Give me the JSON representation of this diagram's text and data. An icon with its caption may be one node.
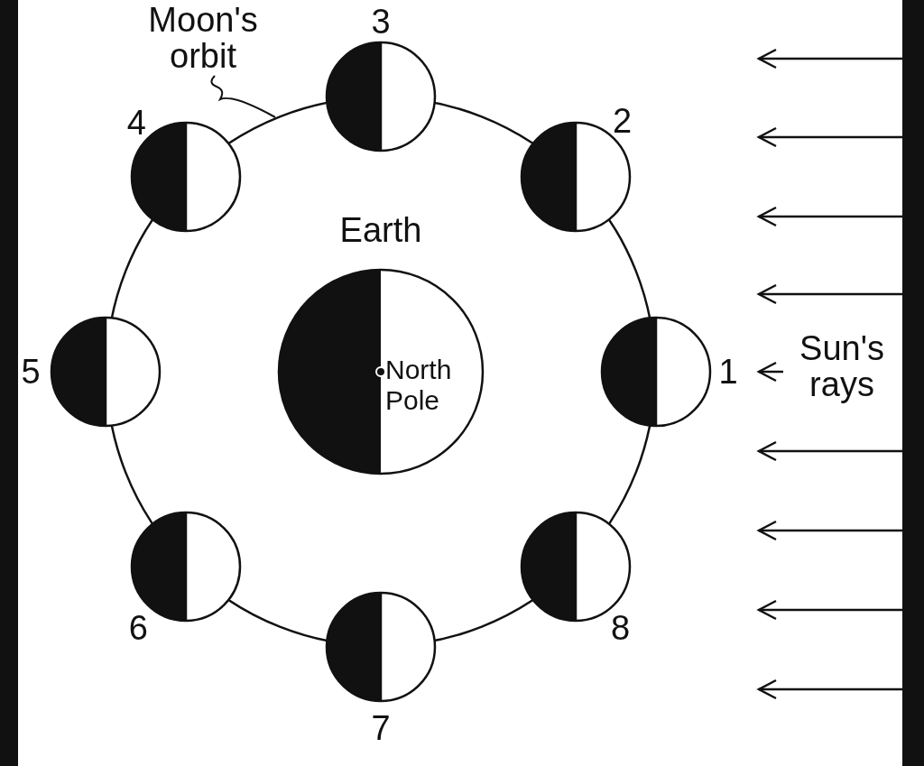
{
  "diagram": {
    "nodes": [
      {
        "text": [
          "Moon's orbit"
        ]
      },
      {
        "text": [],
        "shape": "circle"
      },
      {
        "text": [],
        "shape": "circle",
        "beside": [
          "1"
        ]
      },
      {
        "text": [],
        "shape": "circle",
        "beside": [
          "2"
        ]
      },
      {
        "text": [],
        "shape": "circle",
        "beside": [
          "3"
        ]
      },
      {
        "text": [],
        "shape": "circle",
        "beside": [
          "4"
        ]
      },
      {
        "text": [],
        "shape": "circle",
        "beside": [
          "5"
        ]
      },
      {
        "text": [],
        "shape": "circle",
        "beside": [
          "6"
        ]
      },
      {
        "text": [],
        "shape": "circle",
        "beside": [
          "7"
        ]
      },
      {
        "text": [],
        "shape": "circle",
        "beside": [
          "8"
        ]
      },
      {
        "text": [
          "Earth",
          "North Pole"
        ],
        "in": 1
      }
    ],
    "edges": [
      {
        "from": 0,
        "to": 1,
        "arrow": "none"
      }
    ],
    "labels": [
      "Sun's rays"
    ]
  }
}
